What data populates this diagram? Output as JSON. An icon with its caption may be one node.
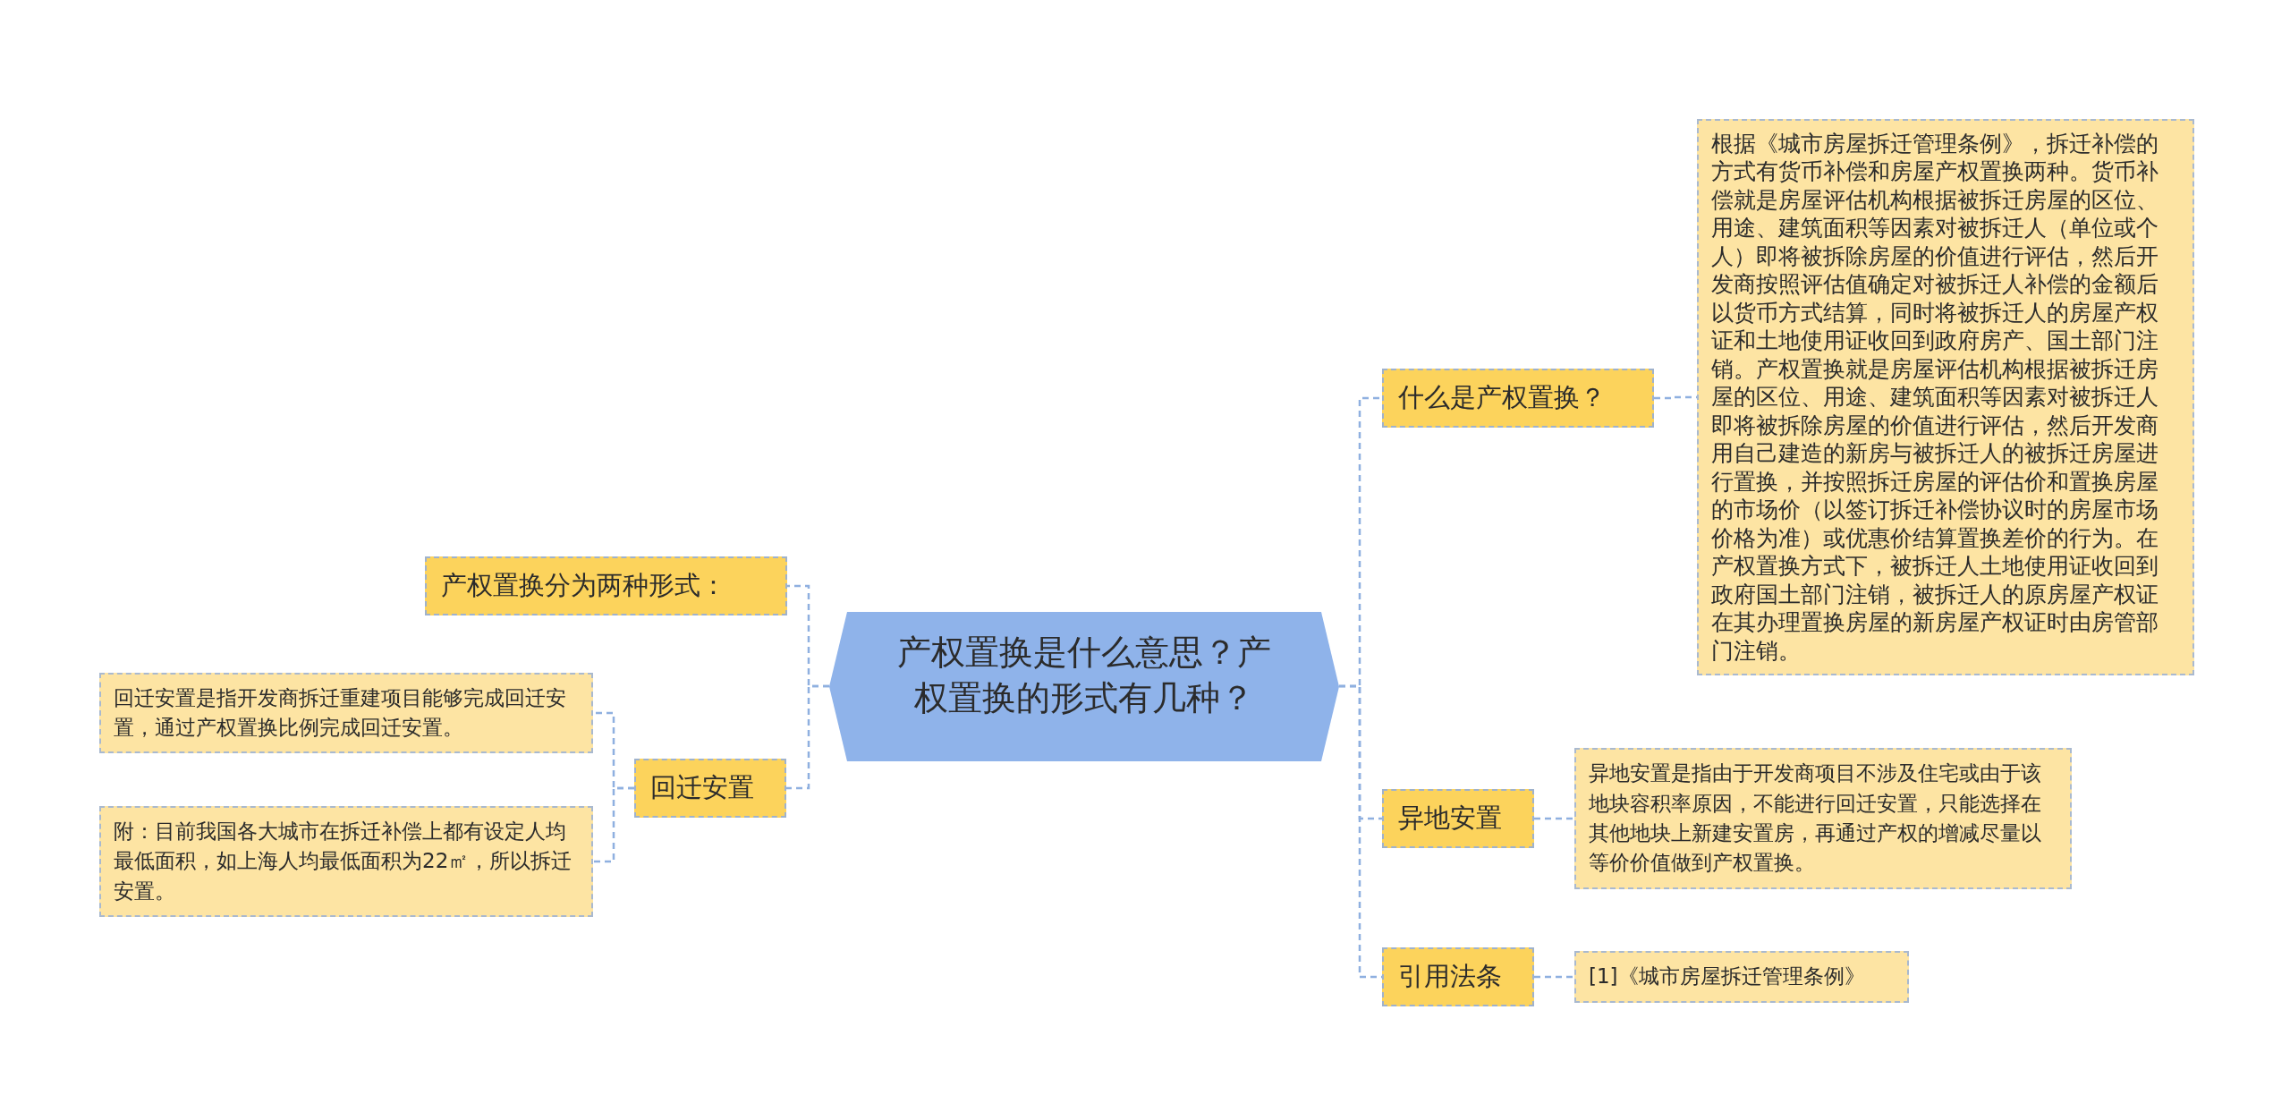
{
  "diagram": {
    "nodes": [
      {
        "text": [
          "产权置换是什么意思？产权置换的形式有几种？"
        ]
      },
      {
        "text": [
          "产权置换分为两种形式："
        ]
      },
      {
        "text": [
          "回迁安置"
        ]
      },
      {
        "text": [
          "回迁安置是指开发商拆迁重建项目能够完成回迁安置，通过产权置换比例完成回迁安置。"
        ]
      },
      {
        "text": [
          "附：目前我国各大城市在拆迁补偿上都有设定人均最低面积，如上海人均最低面积为22㎡，所以拆迁安置。"
        ]
      },
      {
        "text": [
          "什么是产权置换？"
        ]
      },
      {
        "text": [
          "根据《城市房屋拆迁管理条例》，拆迁补偿的方式有货币补偿和房屋产权置换两种。货币补偿就是房屋评估机构根据被拆迁房屋的区位、用途、建筑面积等因素对被拆迁人（单位或个人）即将被拆除房屋的价值进行评估，然后开发商按照评估值确定对被拆迁人补偿的金额后以货币方式结算，同时将被拆迁人的房屋产权证和土地使用证收回到政府房产、国土部门注销。产权置换就是房屋评估机构根据被拆迁房屋的区位、用途、建筑面积等因素对被拆迁人即将被拆除房屋的价值进行评估，然后开发商用自己建造的新房与被拆迁人的被拆迁房屋进行置换，并按照拆迁房屋的评估价和置换房屋的市场价（以签订拆迁补偿协议时的房屋市场价格为准）或优惠价结算置换差价的行为。在产权置换方式下，被拆迁人土地使用证收回到政府国土部门注销，被拆迁人的原房屋产权证在其办理置换房屋的新房屋产权证时由房管部门注销。"
        ]
      },
      {
        "text": [
          "异地安置"
        ]
      },
      {
        "text": [
          "异地安置是指由于开发商项目不涉及住宅或由于该地块容积率原因，不能进行回迁安置，只能选择在其他地块上新建安置房，再通过产权的增减尽量以等价价值做到产权置换。"
        ]
      },
      {
        "text": [
          "引用法条"
        ]
      },
      {
        "text": [
          "[1]《城市房屋拆迁管理条例》"
        ]
      }
    ],
    "edges": [
      {
        "from": 0,
        "to": 1,
        "arrow": "none"
      },
      {
        "from": 0,
        "to": 2,
        "arrow": "none"
      },
      {
        "from": 2,
        "to": 3,
        "arrow": "none"
      },
      {
        "from": 2,
        "to": 4,
        "arrow": "none"
      },
      {
        "from": 0,
        "to": 5,
        "arrow": "none"
      },
      {
        "from": 5,
        "to": 6,
        "arrow": "none"
      },
      {
        "from": 0,
        "to": 7,
        "arrow": "none"
      },
      {
        "from": 7,
        "to": 8,
        "arrow": "none"
      },
      {
        "from": 0,
        "to": 9,
        "arrow": "none"
      },
      {
        "from": 9,
        "to": 10,
        "arrow": "none"
      }
    ]
  }
}
